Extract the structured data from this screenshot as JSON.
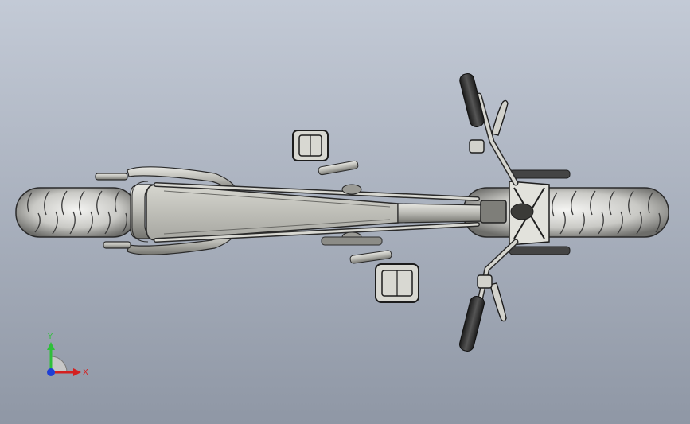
{
  "viewport": {
    "background_top": "#c3cad6",
    "background_bottom": "#8f97a5"
  },
  "model": {
    "content": "bicycle-top-view"
  },
  "triad": {
    "y_label": "Y",
    "x_label": "X",
    "y_color": "#2fbf3a",
    "x_color": "#d42020",
    "z_color": "#1e3fd6"
  }
}
